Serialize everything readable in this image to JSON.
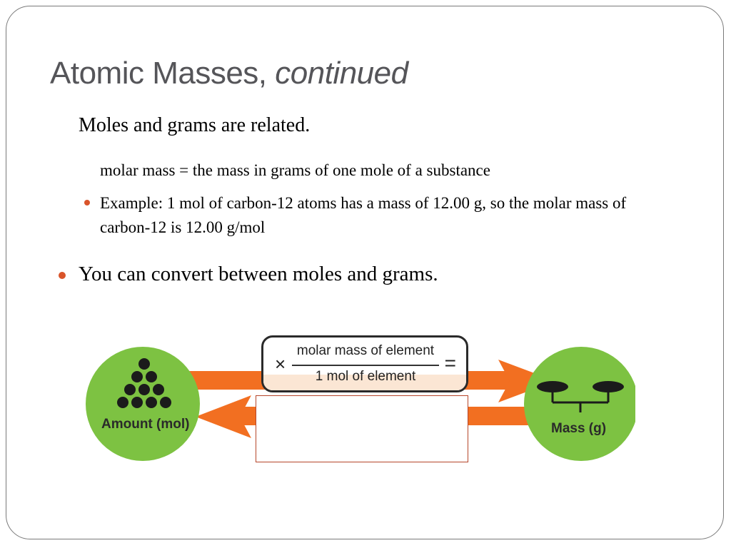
{
  "slide": {
    "title_main": "Atomic Masses,",
    "title_italic": "continued",
    "lines": {
      "moles_grams": "Moles and grams are related.",
      "molar_mass_def": "molar mass = the mass in grams of one mole of a substance",
      "example": "Example: 1 mol of carbon-12 atoms has a mass of 12.00 g, so the molar mass of carbon-12 is 12.00 g/mol",
      "convert": "You can convert between moles and grams."
    }
  },
  "diagram": {
    "left_label": "Amount (mol)",
    "right_label": "Mass (g)",
    "times_symbol": "×",
    "equals_symbol": "=",
    "numerator": "molar mass of element",
    "denominator": "1 mol of element"
  },
  "colors": {
    "title": "#555559",
    "bullet": "#d9542a",
    "circle_green": "#7dc242",
    "arrow_orange": "#f26f21"
  }
}
